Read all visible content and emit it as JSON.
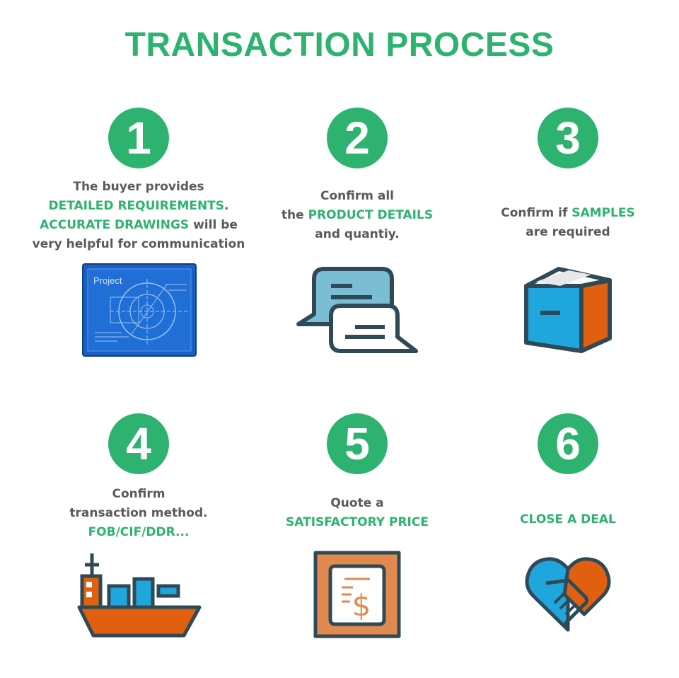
{
  "title": "TRANSACTION PROCESS",
  "colors": {
    "accent": "#2db36f",
    "text": "#5a5a5a",
    "orange": "#e1600f",
    "blue": "#1fa7dd"
  },
  "steps": [
    {
      "number": "1",
      "icon": "blueprint-icon",
      "icon_label": "Project",
      "lines": [
        [
          {
            "t": "The buyer provides",
            "hl": false
          }
        ],
        [
          {
            "t": "DETAILED REQUIREMENTS",
            "hl": true
          },
          {
            "t": ".",
            "hl": false
          }
        ],
        [
          {
            "t": "ACCURATE DRAWINGS",
            "hl": true
          },
          {
            "t": " will be",
            "hl": false
          }
        ],
        [
          {
            "t": "very helpful for communication",
            "hl": false
          }
        ]
      ]
    },
    {
      "number": "2",
      "icon": "chat-bubbles-icon",
      "lines": [
        [
          {
            "t": "Confirm all",
            "hl": false
          }
        ],
        [
          {
            "t": "the ",
            "hl": false
          },
          {
            "t": "PRODUCT DETAILS",
            "hl": true
          }
        ],
        [
          {
            "t": "and quantiy.",
            "hl": false
          }
        ]
      ]
    },
    {
      "number": "3",
      "icon": "box-icon",
      "lines": [
        [
          {
            "t": "Confirm if ",
            "hl": false
          },
          {
            "t": "SAMPLES",
            "hl": true
          }
        ],
        [
          {
            "t": "are required",
            "hl": false
          }
        ]
      ]
    },
    {
      "number": "4",
      "icon": "cargo-ship-icon",
      "lines": [
        [
          {
            "t": "Confirm",
            "hl": false
          }
        ],
        [
          {
            "t": "transaction method.",
            "hl": false
          }
        ],
        [
          {
            "t": "FOB/CIF/DDR...",
            "hl": true
          }
        ]
      ]
    },
    {
      "number": "5",
      "icon": "price-quote-icon",
      "lines": [
        [
          {
            "t": "Quote a",
            "hl": false
          }
        ],
        [
          {
            "t": "SATISFACTORY PRICE",
            "hl": true
          }
        ]
      ]
    },
    {
      "number": "6",
      "icon": "handshake-heart-icon",
      "lines": [
        [
          {
            "t": "CLOSE A DEAL",
            "hl": true
          }
        ]
      ]
    }
  ]
}
